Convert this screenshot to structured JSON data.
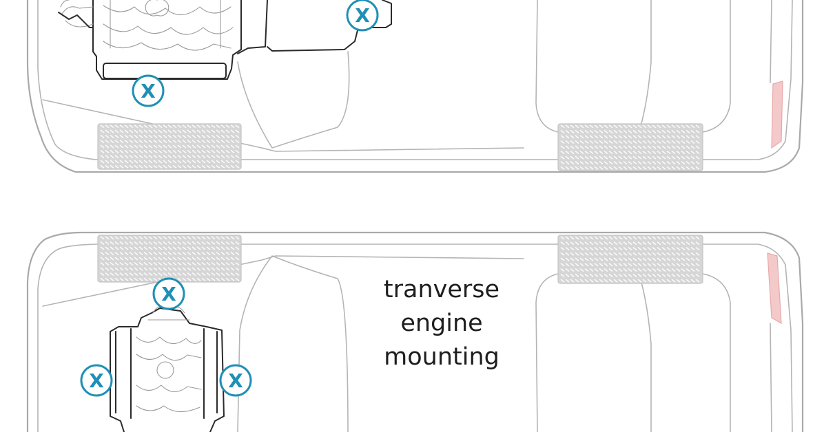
{
  "caption": {
    "line1": "tranverse",
    "line2": "engine",
    "line3": "mounting"
  },
  "mount_markers": [
    {
      "id": "top-front",
      "glyph": "X"
    },
    {
      "id": "top-rear",
      "glyph": "X"
    },
    {
      "id": "bottom-top",
      "glyph": "X"
    },
    {
      "id": "bottom-left",
      "glyph": "X"
    },
    {
      "id": "bottom-right",
      "glyph": "X"
    }
  ],
  "colors": {
    "outline": "#a9a9a9",
    "marker": "#1f8fb6",
    "tire": "#d6d6d6",
    "taillight": "#f4c9c9",
    "text": "#1e1e1e"
  }
}
